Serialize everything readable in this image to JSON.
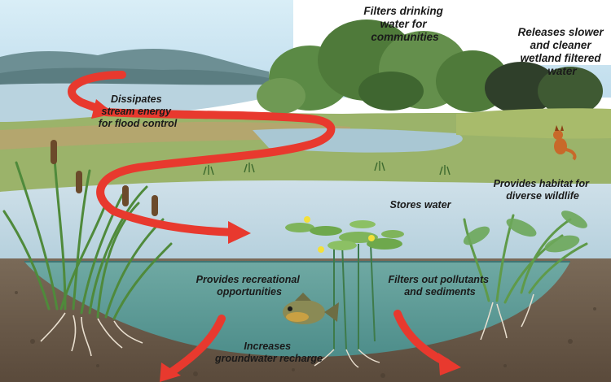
{
  "labels": {
    "filters_drinking": [
      "Filters drinking",
      "water for",
      "communities"
    ],
    "releases_slower": [
      "Releases slower",
      "and cleaner",
      "wetland filtered",
      "water"
    ],
    "dissipates": [
      "Dissipates",
      "stream energy",
      "for flood control"
    ],
    "habitat": [
      "Provides habitat for",
      "diverse wildlife"
    ],
    "stores_water": [
      "Stores water"
    ],
    "recreational": [
      "Provides recreational",
      "opportunities"
    ],
    "pollutants": [
      "Filters out pollutants",
      "and sediments"
    ],
    "groundwater": [
      "Increases",
      "groundwater recharge"
    ]
  },
  "colors": {
    "sky": "#cfe6f2",
    "mountain": "#6d8f94",
    "lake": "#b9d3df",
    "marsh": "#9bb36a",
    "trees": "#4f7a3a",
    "dark_trees": "#2f3f2a",
    "pond_surface": "#c8dbe6",
    "pond_underwater": "#5e9c98",
    "soil": "#6b5a48",
    "arrow": "#e8392e",
    "reed": "#4f8a3b"
  },
  "icons": [
    "fish-icon",
    "lily-pad-icon",
    "fox-icon",
    "cattail-icon",
    "reed-plant-icon"
  ]
}
